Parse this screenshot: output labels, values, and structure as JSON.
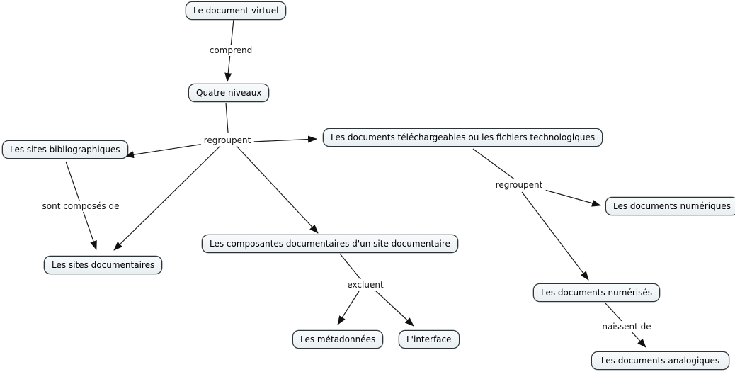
{
  "diagram_type": "concept-map",
  "colors": {
    "background": "#ffffff",
    "node_fill_top": "#f8fbfc",
    "node_fill_bottom": "#e9eff2",
    "node_border": "#2c3236",
    "line_color": "#1c1c1c",
    "text_color": "#000000"
  },
  "nodes": [
    {
      "id": "document-virtuel",
      "label": "Le document virtuel"
    },
    {
      "id": "quatre-niveaux",
      "label": "Quatre niveaux"
    },
    {
      "id": "sites-bibliographiques",
      "label": "Les sites bibliographiques"
    },
    {
      "id": "documents-telechargeables",
      "label": "Les documents téléchargeables ou les fichiers technologiques"
    },
    {
      "id": "sites-documentaires",
      "label": "Les sites documentaires"
    },
    {
      "id": "composantes-documentaires",
      "label": "Les composantes documentaires d'un site documentaire"
    },
    {
      "id": "documents-numeriques",
      "label": "Les documents numériques"
    },
    {
      "id": "documents-numerises",
      "label": "Les documents numérisés"
    },
    {
      "id": "metadonnees",
      "label": "Les métadonnées"
    },
    {
      "id": "interface",
      "label": "L'interface"
    },
    {
      "id": "documents-analogiques",
      "label": "Les documents analogiques"
    }
  ],
  "links": [
    {
      "label": "comprend",
      "from": "Le document virtuel",
      "to": [
        "Quatre niveaux"
      ]
    },
    {
      "label": "regroupent",
      "from": "Quatre niveaux",
      "to": [
        "Les sites bibliographiques",
        "Les documents téléchargeables ou les fichiers technologiques",
        "Les sites documentaires",
        "Les composantes documentaires d'un site documentaire"
      ]
    },
    {
      "label": "sont composés de",
      "from": "Les sites bibliographiques",
      "to": [
        "Les sites documentaires"
      ]
    },
    {
      "label": "regroupent",
      "from": "Les documents téléchargeables ou les fichiers technologiques",
      "to": [
        "Les documents numériques",
        "Les documents numérisés"
      ]
    },
    {
      "label": "excluent",
      "from": "Les composantes documentaires d'un site documentaire",
      "to": [
        "Les métadonnées",
        "L'interface"
      ]
    },
    {
      "label": "naissent de",
      "from": "Les documents numérisés",
      "to": [
        "Les documents analogiques"
      ]
    }
  ]
}
